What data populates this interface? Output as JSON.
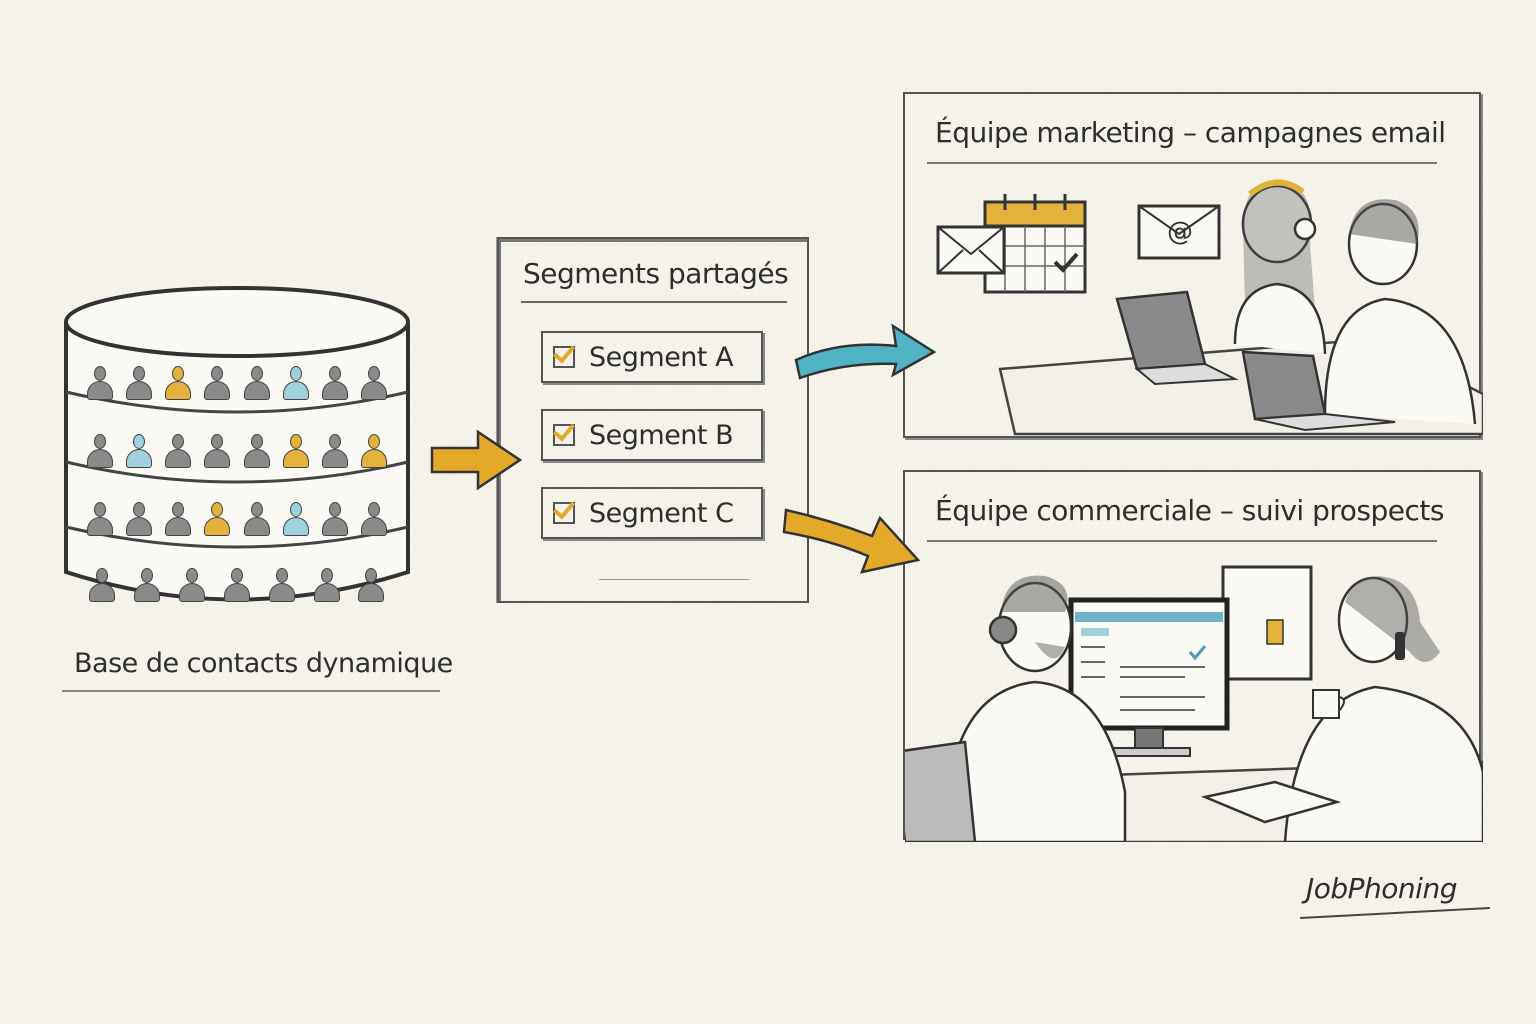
{
  "database": {
    "caption": "Base de contacts dynamique",
    "rows": [
      [
        "gray",
        "gray",
        "yellow",
        "gray",
        "gray",
        "blue",
        "gray",
        "gray"
      ],
      [
        "gray",
        "blue",
        "gray",
        "gray",
        "gray",
        "yellow",
        "gray",
        "yellow"
      ],
      [
        "gray",
        "gray",
        "gray",
        "yellow",
        "gray",
        "blue",
        "gray",
        "gray"
      ],
      [
        "gray",
        "gray",
        "gray",
        "gray",
        "gray",
        "gray",
        "gray"
      ]
    ]
  },
  "segments_panel": {
    "title": "Segments partagés",
    "items": [
      {
        "label": "Segment A",
        "checked": true
      },
      {
        "label": "Segment B",
        "checked": true
      },
      {
        "label": "Segment C",
        "checked": true
      }
    ]
  },
  "teams": {
    "marketing": {
      "title": "Équipe marketing – campagnes email",
      "icons": [
        "envelope-icon",
        "calendar-icon",
        "at-email-icon",
        "laptop-icon"
      ]
    },
    "commercial": {
      "title": "Équipe commerciale – suivi prospects",
      "icons": [
        "headset-icon",
        "monitor-icon",
        "phone-icon",
        "notebook-icon",
        "coffee-mug-icon"
      ]
    }
  },
  "arrows": [
    {
      "from": "database",
      "to": "segments_panel",
      "color": "#e3aa2a"
    },
    {
      "from": "segments_panel",
      "to": "marketing",
      "color": "#4fb3c4"
    },
    {
      "from": "segments_panel",
      "to": "commercial",
      "color": "#e3aa2a"
    }
  ],
  "colors": {
    "yellow": "#e3b23c",
    "blue": "#9fd0dc",
    "gray": "#8a8a8a",
    "ink": "#2e2e2e",
    "paper": "#f6f3ea"
  },
  "brand": "JobPhoning"
}
